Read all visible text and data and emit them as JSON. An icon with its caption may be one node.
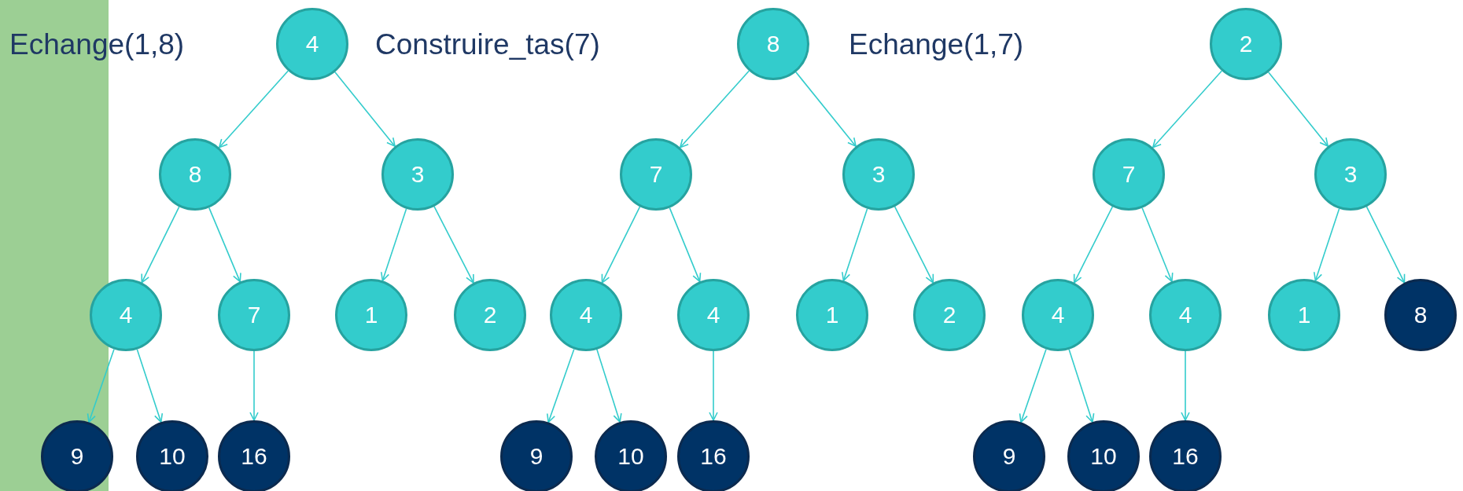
{
  "diagram": {
    "nodes": [
      {
        "text": [
          "4"
        ]
      },
      {
        "text": [
          "8"
        ]
      },
      {
        "text": [
          "3"
        ]
      },
      {
        "text": [
          "4"
        ]
      },
      {
        "text": [
          "7"
        ]
      },
      {
        "text": [
          "1"
        ]
      },
      {
        "text": [
          "2"
        ]
      },
      {
        "text": [
          "9"
        ]
      },
      {
        "text": [
          "10"
        ]
      },
      {
        "text": [
          "16"
        ]
      },
      {
        "text": [
          "8"
        ]
      },
      {
        "text": [
          "7"
        ]
      },
      {
        "text": [
          "3"
        ]
      },
      {
        "text": [
          "4"
        ]
      },
      {
        "text": [
          "4"
        ]
      },
      {
        "text": [
          "1"
        ]
      },
      {
        "text": [
          "2"
        ]
      },
      {
        "text": [
          "9"
        ]
      },
      {
        "text": [
          "10"
        ]
      },
      {
        "text": [
          "16"
        ]
      },
      {
        "text": [
          "2"
        ]
      },
      {
        "text": [
          "7"
        ]
      },
      {
        "text": [
          "3"
        ]
      },
      {
        "text": [
          "4"
        ]
      },
      {
        "text": [
          "4"
        ]
      },
      {
        "text": [
          "1"
        ]
      },
      {
        "text": [
          "8"
        ]
      },
      {
        "text": [
          "9"
        ]
      },
      {
        "text": [
          "10"
        ]
      },
      {
        "text": [
          "16"
        ]
      }
    ],
    "edges": [
      {
        "from": 0,
        "to": 1,
        "arrow": "to"
      },
      {
        "from": 0,
        "to": 2,
        "arrow": "to"
      },
      {
        "from": 1,
        "to": 3,
        "arrow": "to"
      },
      {
        "from": 1,
        "to": 4,
        "arrow": "to"
      },
      {
        "from": 2,
        "to": 5,
        "arrow": "to"
      },
      {
        "from": 2,
        "to": 6,
        "arrow": "to"
      },
      {
        "from": 3,
        "to": 7,
        "arrow": "to"
      },
      {
        "from": 3,
        "to": 8,
        "arrow": "to"
      },
      {
        "from": 4,
        "to": 9,
        "arrow": "to"
      },
      {
        "from": 10,
        "to": 11,
        "arrow": "to"
      },
      {
        "from": 10,
        "to": 12,
        "arrow": "to"
      },
      {
        "from": 11,
        "to": 13,
        "arrow": "to"
      },
      {
        "from": 11,
        "to": 14,
        "arrow": "to"
      },
      {
        "from": 12,
        "to": 15,
        "arrow": "to"
      },
      {
        "from": 12,
        "to": 16,
        "arrow": "to"
      },
      {
        "from": 13,
        "to": 17,
        "arrow": "to"
      },
      {
        "from": 13,
        "to": 18,
        "arrow": "to"
      },
      {
        "from": 14,
        "to": 19,
        "arrow": "to"
      },
      {
        "from": 20,
        "to": 21,
        "arrow": "to"
      },
      {
        "from": 20,
        "to": 22,
        "arrow": "to"
      },
      {
        "from": 21,
        "to": 23,
        "arrow": "to"
      },
      {
        "from": 21,
        "to": 24,
        "arrow": "to"
      },
      {
        "from": 22,
        "to": 25,
        "arrow": "to"
      },
      {
        "from": 22,
        "to": 26,
        "arrow": "to"
      },
      {
        "from": 23,
        "to": 27,
        "arrow": "to"
      },
      {
        "from": 23,
        "to": 28,
        "arrow": "to"
      },
      {
        "from": 24,
        "to": 29,
        "arrow": "to"
      }
    ],
    "labels": [
      "Echange(1,8)",
      "Construire_tas(7)",
      "Echange(1,7)"
    ]
  }
}
